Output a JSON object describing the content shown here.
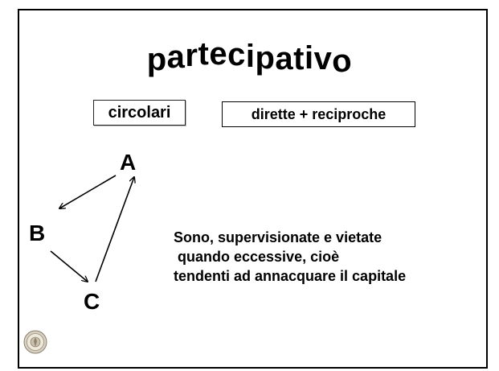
{
  "title": {
    "chars": [
      "p",
      "a",
      "r",
      "t",
      "e",
      "c",
      "i",
      "p",
      "a",
      "t",
      "i",
      "v",
      "o"
    ]
  },
  "labels": {
    "circolari": "circolari",
    "dirette": "dirette + reciproche"
  },
  "diagram": {
    "nodes": {
      "a": "A",
      "b": "B",
      "c": "C"
    }
  },
  "note": {
    "lines": [
      "Sono, supervisionate e vietate",
      " quando eccessive, cioè",
      "tendenti ad annacquare il capitale"
    ]
  },
  "logo": {
    "icon": "university-seal-icon"
  }
}
